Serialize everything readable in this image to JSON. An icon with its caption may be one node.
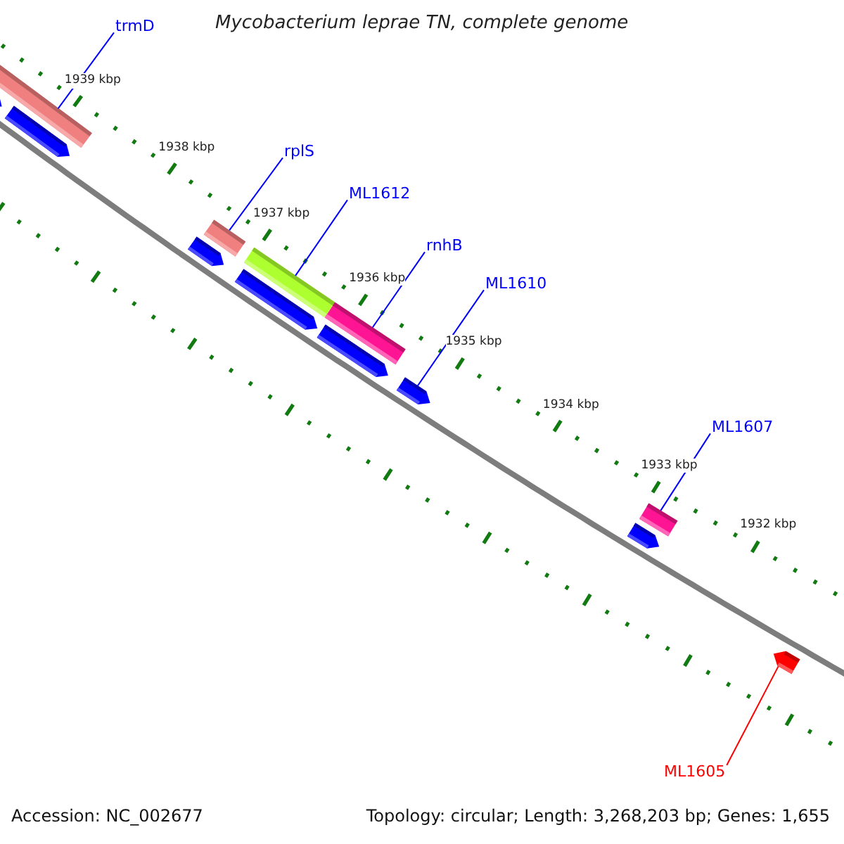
{
  "diagram": {
    "title": "Mycobacterium leprae TN, complete genome",
    "nodes": [
      {
        "text": [
          "trmD"
        ]
      },
      {
        "text": [],
        "shape": "bar"
      },
      {
        "text": [
          "rplS"
        ]
      },
      {
        "text": [],
        "shape": "bar"
      },
      {
        "text": [
          "ML1612"
        ]
      },
      {
        "text": [],
        "shape": "bar"
      },
      {
        "text": [
          "rnhB"
        ]
      },
      {
        "text": [],
        "shape": "bar"
      },
      {
        "text": [
          "ML1610"
        ]
      },
      {
        "text": [],
        "shape": "arrow"
      },
      {
        "text": [
          "ML1607"
        ]
      },
      {
        "text": [],
        "shape": "bar"
      },
      {
        "text": [
          "ML1605"
        ]
      },
      {
        "text": [],
        "shape": "arrow"
      }
    ],
    "edges": [
      {
        "from": 0,
        "to": 1,
        "arrow": "none"
      },
      {
        "from": 2,
        "to": 3,
        "arrow": "none"
      },
      {
        "from": 4,
        "to": 5,
        "arrow": "none"
      },
      {
        "from": 6,
        "to": 7,
        "arrow": "none"
      },
      {
        "from": 8,
        "to": 9,
        "arrow": "none"
      },
      {
        "from": 10,
        "to": 11,
        "arrow": "none"
      },
      {
        "from": 12,
        "to": 13,
        "arrow": "none",
        "color": "#ff0000"
      }
    ],
    "labels": [
      "1939 kbp",
      "1938 kbp",
      "1937 kbp",
      "1936 kbp",
      "1935 kbp",
      "1934 kbp",
      "1933 kbp",
      "1932 kbp",
      "Accession: NC_002677",
      "Topology: circular; Length: 3,268,203 bp; Genes: 1,655"
    ]
  }
}
